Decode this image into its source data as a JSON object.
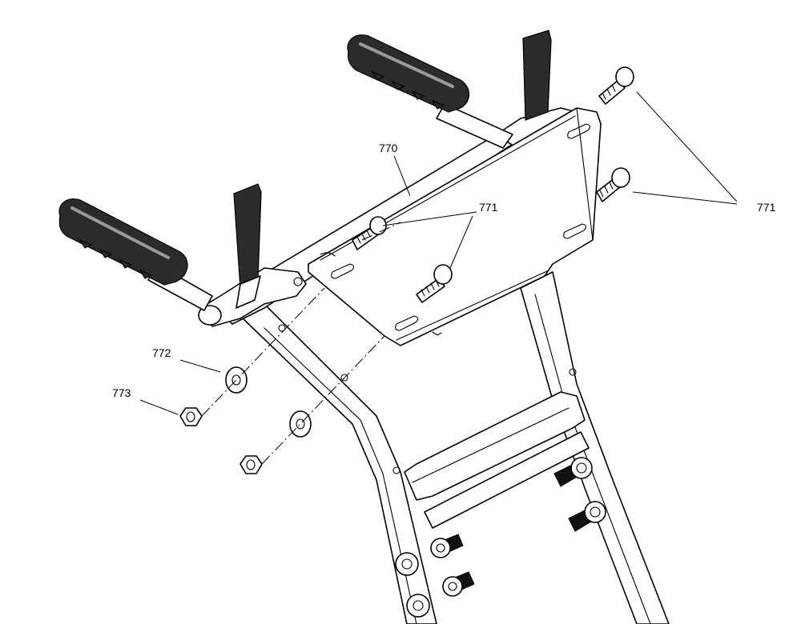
{
  "callouts": {
    "panel": "770",
    "bolt_center": "771",
    "bolt_right": "771",
    "washer": "772",
    "nut": "773"
  },
  "icons": [
    "handle-grip-icon",
    "carriage-bolt-icon",
    "flat-washer-icon",
    "hex-nut-icon",
    "hex-bolt-icon"
  ]
}
